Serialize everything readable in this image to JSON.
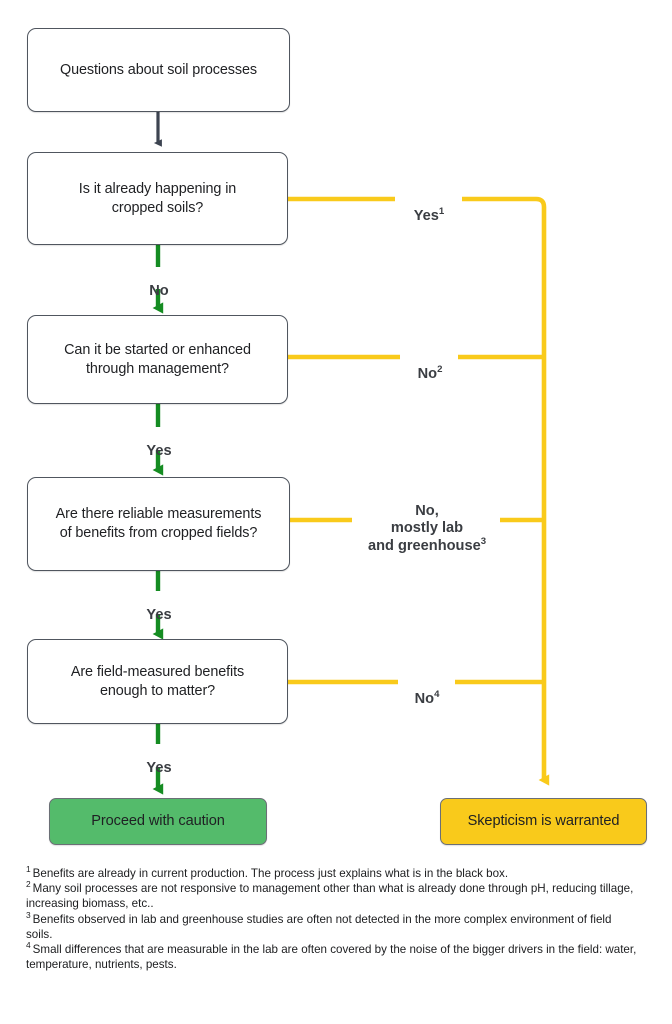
{
  "diagram": {
    "title": "Soil process decision flowchart",
    "colors": {
      "yes_branch": "#158c22",
      "no_branch": "#f9ca1b",
      "first_connector": "#3d4451",
      "node_border": "#50565f",
      "terminal_green": "#54bb6b",
      "terminal_yellow": "#f9ca1b",
      "text": "#1f2023"
    },
    "nodes": [
      {
        "id": "start",
        "text": "Questions about soil processes"
      },
      {
        "id": "q1",
        "text": "Is it already happening in\ncropped soils?"
      },
      {
        "id": "q2",
        "text": "Can it be started or enhanced\nthrough management?"
      },
      {
        "id": "q3",
        "text": "Are there reliable measurements\nof benefits from cropped fields?"
      },
      {
        "id": "q4",
        "text": "Are field-measured benefits\nenough to matter?"
      },
      {
        "id": "end_ok",
        "text": "Proceed with caution"
      },
      {
        "id": "end_no",
        "text": "Skepticism is warranted"
      }
    ],
    "edge_labels": {
      "q1_no": "No",
      "q1_yes": "Yes",
      "q1_yes_note": "1",
      "q2_yes": "Yes",
      "q2_no": "No",
      "q2_no_note": "2",
      "q3_yes": "Yes",
      "q3_no": "No,\nmostly lab\nand greenhouse",
      "q3_no_note": "3",
      "q4_yes": "Yes",
      "q4_no": "No",
      "q4_no_note": "4"
    }
  },
  "footnotes": [
    {
      "marker": "1",
      "text": "Benefits are already in current production. The process just explains what is in the black box."
    },
    {
      "marker": "2",
      "text": "Many soil processes are not  responsive to management other than what is already done through pH, reducing tillage, increasing biomass, etc.."
    },
    {
      "marker": "3",
      "text": "Benefits observed in lab and greenhouse studies are often not detected in the more complex environment of field soils."
    },
    {
      "marker": "4",
      "text": "Small differences that are measurable in the lab are often covered by the noise of the bigger drivers in the field: water, temperature, nutrients, pests."
    }
  ]
}
